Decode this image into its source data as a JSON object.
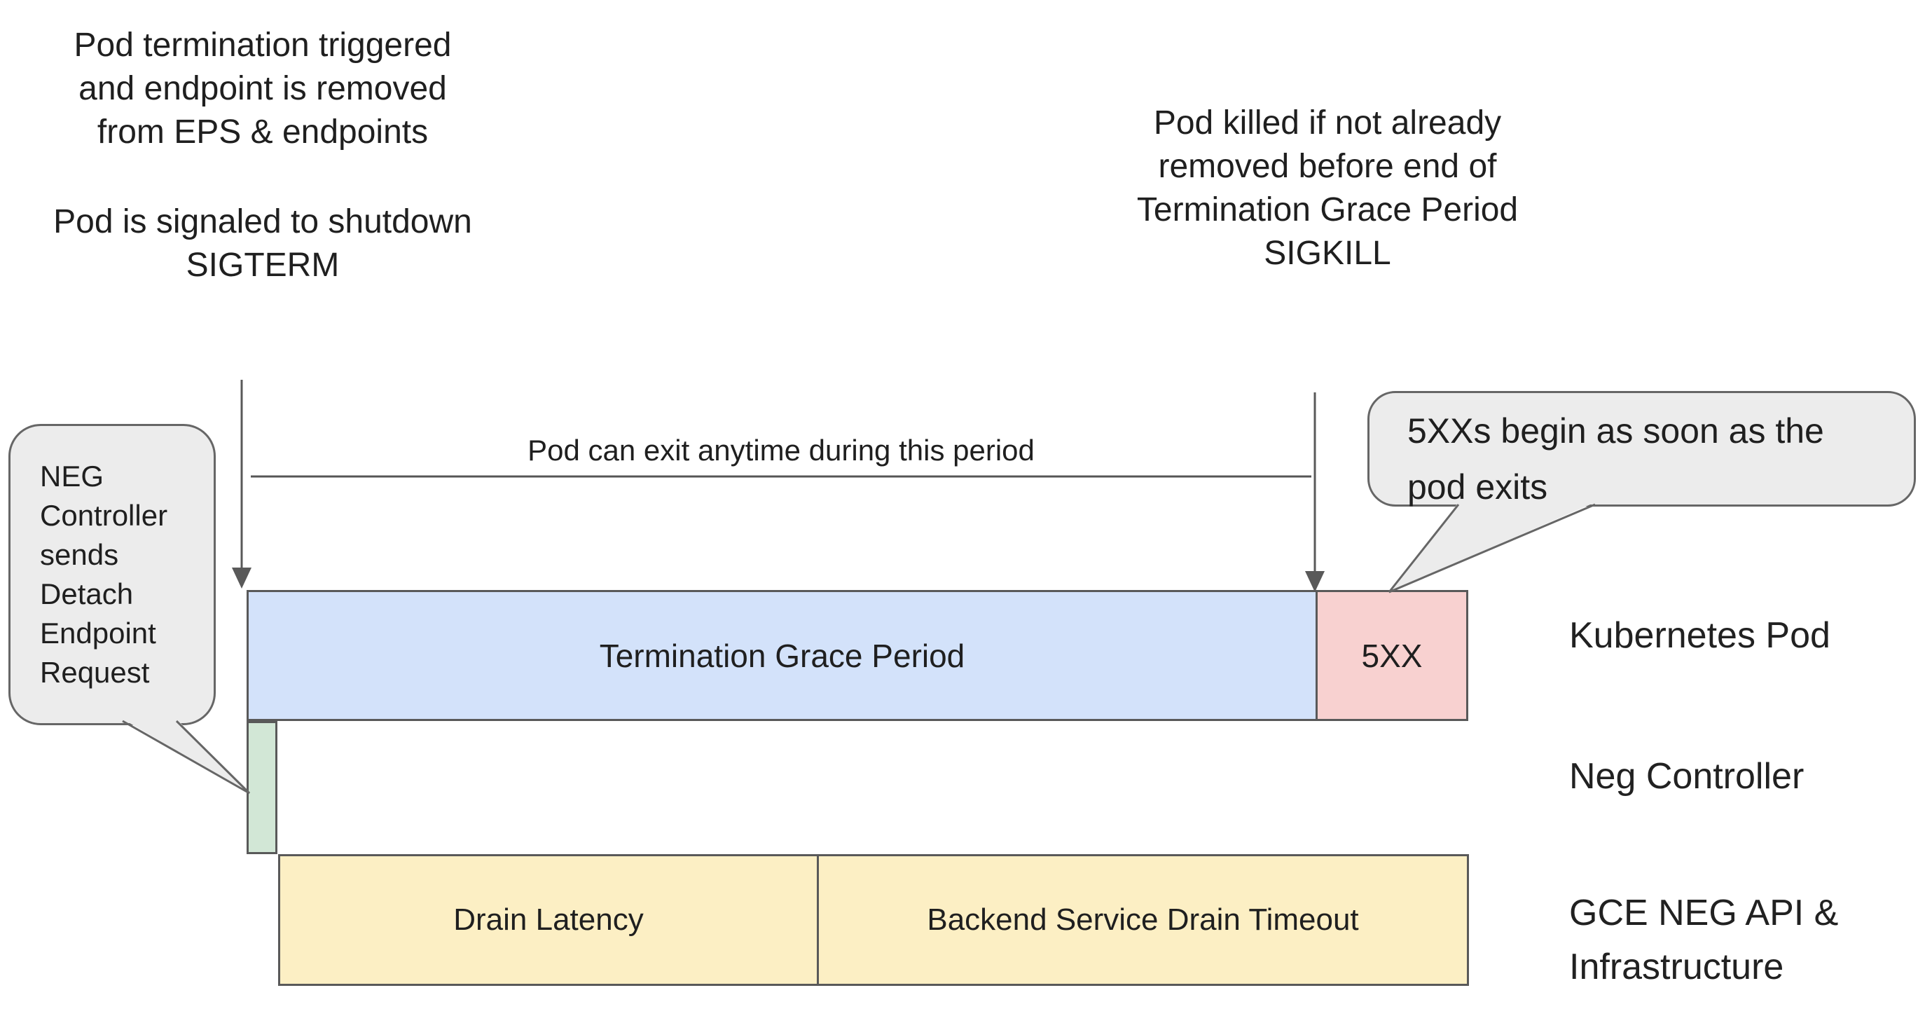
{
  "annotations": {
    "top_left": {
      "para1": [
        "Pod termination triggered",
        "and endpoint is removed",
        "from EPS & endpoints"
      ],
      "para2": [
        "Pod is signaled to shutdown",
        "SIGTERM"
      ]
    },
    "top_right": {
      "lines": [
        "Pod killed if not already",
        "removed before end of",
        "Termination Grace Period",
        "SIGKILL"
      ]
    },
    "exit_period_label": "Pod can exit anytime during this period"
  },
  "callouts": {
    "left": {
      "lines": [
        "NEG",
        "Controller",
        "sends",
        "Detach",
        "Endpoint",
        "Request"
      ]
    },
    "right": {
      "lines": [
        "5XXs begin as soon as the",
        "pod exits"
      ]
    }
  },
  "timeline": {
    "kubernetes_pod_row": {
      "grace_period_label": "Termination Grace Period",
      "error_label": "5XX",
      "row_label": "Kubernetes Pod"
    },
    "neg_controller_row": {
      "row_label": "Neg Controller"
    },
    "gce_row": {
      "drain_latency_label": "Drain Latency",
      "backend_drain_label": "Backend Service Drain Timeout",
      "row_label_line1": "GCE NEG API &",
      "row_label_line2": "Infrastructure"
    }
  },
  "colors": {
    "grace_period_fill": "#d3e2fa",
    "error_fill": "#f8d1d0",
    "neg_controller_fill": "#d2e7d6",
    "gce_fill": "#fcefc4",
    "callout_fill": "#ececec",
    "callout_border": "#666666",
    "bar_border": "#595959",
    "arrow": "#595959",
    "text": "#1f1f1f"
  }
}
